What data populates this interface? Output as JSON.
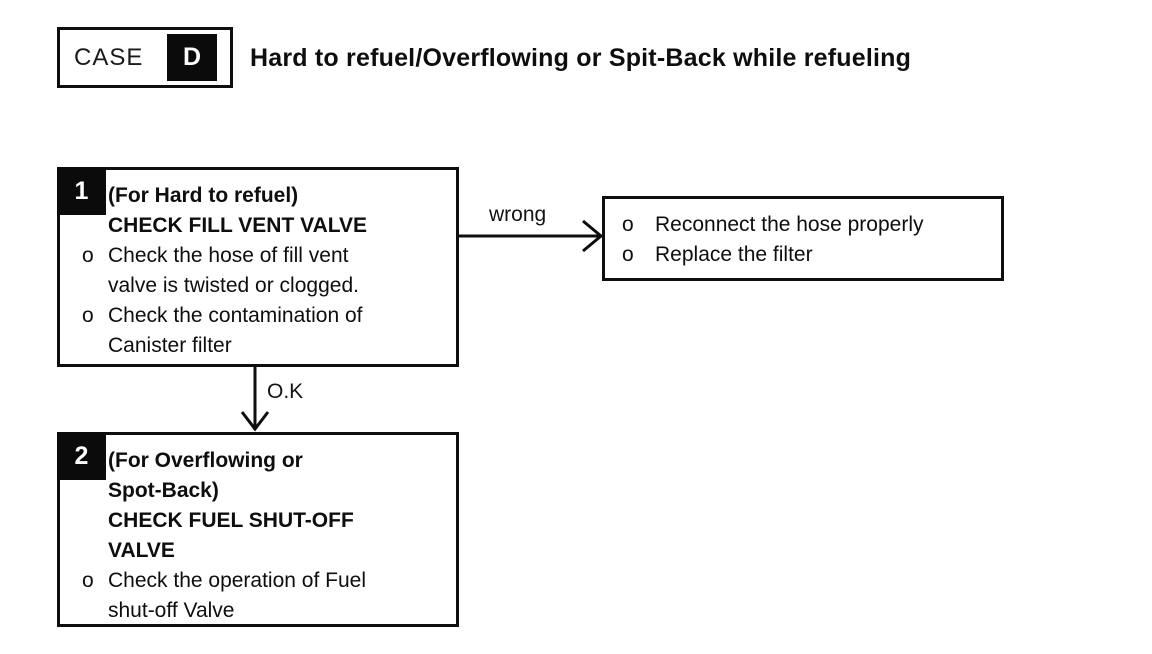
{
  "header": {
    "case_label": "CASE",
    "case_letter": "D",
    "title": "Hard to refuel/Overflowing or Spit-Back while refueling"
  },
  "flow": {
    "bullet_marker": "o",
    "step1": {
      "number": "1",
      "heading": "(For Hard to refuel)\nCHECK FILL VENT VALVE",
      "bullets": [
        "Check the hose of fill vent\nvalve is twisted or clogged.",
        "Check the contamination of\nCanister filter"
      ]
    },
    "wrong_branch": {
      "label": "wrong",
      "bullets": [
        "Reconnect the hose properly",
        "Replace the filter"
      ]
    },
    "ok_branch": {
      "label": "O.K"
    },
    "step2": {
      "number": "2",
      "heading": "(For Overflowing or\nSpot-Back)\nCHECK FUEL SHUT-OFF\nVALVE",
      "bullets": [
        "Check the operation of Fuel\nshut-off Valve"
      ]
    }
  },
  "colors": {
    "ink": "#0e0e0e",
    "paper": "#ffffff"
  }
}
